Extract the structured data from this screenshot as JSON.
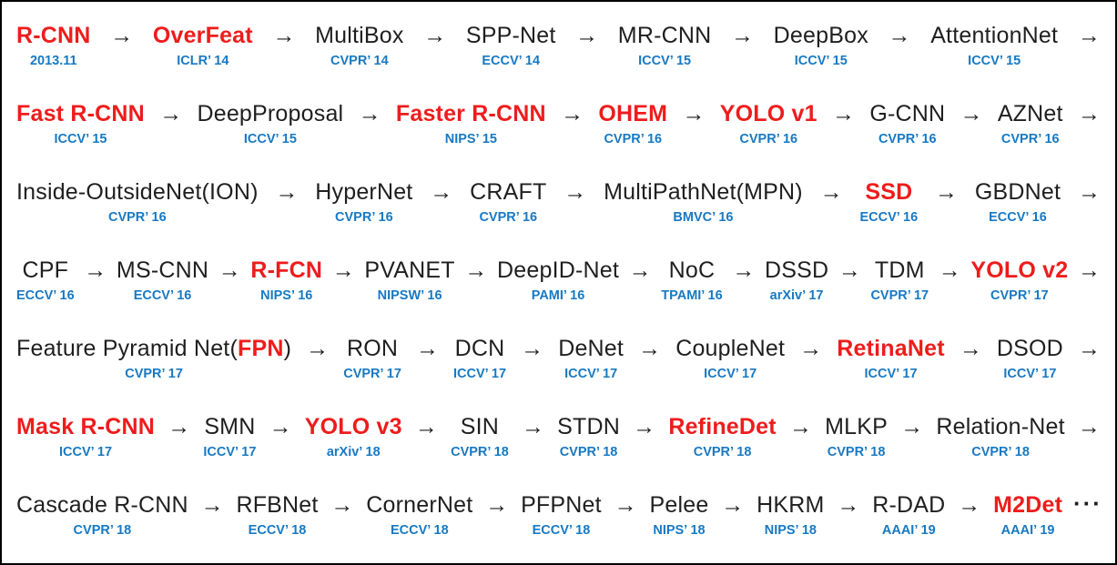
{
  "colors": {
    "highlight_red": "#ee1c1c",
    "venue_blue": "#1879c2",
    "text_black": "#1f1f1f"
  },
  "arrow_glyph": "→",
  "rows": [
    {
      "trail": "→",
      "trail_type": "arrow",
      "items": [
        {
          "name": "R-CNN",
          "venue": "2013.11",
          "red": true
        },
        {
          "name": "OverFeat",
          "venue": "ICLR’ 14",
          "red": true
        },
        {
          "name": "MultiBox",
          "venue": "CVPR’ 14",
          "red": false
        },
        {
          "name": "SPP-Net",
          "venue": "ECCV’ 14",
          "red": false
        },
        {
          "name": "MR-CNN",
          "venue": "ICCV’ 15",
          "red": false
        },
        {
          "name": "DeepBox",
          "venue": "ICCV’ 15",
          "red": false
        },
        {
          "name": "AttentionNet",
          "venue": "ICCV’ 15",
          "red": false
        }
      ]
    },
    {
      "trail": "→",
      "trail_type": "arrow",
      "items": [
        {
          "name": "Fast R-CNN",
          "venue": "ICCV’ 15",
          "red": true
        },
        {
          "name": "DeepProposal",
          "venue": "ICCV’ 15",
          "red": false
        },
        {
          "name": "Faster R-CNN",
          "venue": "NIPS’ 15",
          "red": true
        },
        {
          "name": "OHEM",
          "venue": "CVPR’ 16",
          "red": true
        },
        {
          "name": "YOLO v1",
          "venue": "CVPR’ 16",
          "red": true
        },
        {
          "name": "G-CNN",
          "venue": "CVPR’ 16",
          "red": false
        },
        {
          "name": "AZNet",
          "venue": "CVPR’ 16",
          "red": false
        }
      ]
    },
    {
      "trail": "→",
      "trail_type": "arrow",
      "items": [
        {
          "name": "Inside-OutsideNet(ION)",
          "venue": "CVPR’ 16",
          "red": false
        },
        {
          "name": "HyperNet",
          "venue": "CVPR’ 16",
          "red": false
        },
        {
          "name": "CRAFT",
          "venue": "CVPR’ 16",
          "red": false
        },
        {
          "name": "MultiPathNet(MPN)",
          "venue": "BMVC’ 16",
          "red": false
        },
        {
          "name": "SSD",
          "venue": "ECCV’ 16",
          "red": true
        },
        {
          "name": "GBDNet",
          "venue": "ECCV’ 16",
          "red": false
        }
      ]
    },
    {
      "trail": "→",
      "trail_type": "arrow",
      "items": [
        {
          "name": "CPF",
          "venue": "ECCV’ 16",
          "red": false
        },
        {
          "name": "MS-CNN",
          "venue": "ECCV’ 16",
          "red": false
        },
        {
          "name": "R-FCN",
          "venue": "NIPS’ 16",
          "red": true
        },
        {
          "name": "PVANET",
          "venue": "NIPSW’ 16",
          "red": false
        },
        {
          "name": "DeepID-Net",
          "venue": "PAMI’ 16",
          "red": false
        },
        {
          "name": "NoC",
          "venue": "TPAMI’ 16",
          "red": false
        },
        {
          "name": "DSSD",
          "venue": "arXiv’ 17",
          "red": false
        },
        {
          "name": "TDM",
          "venue": "CVPR’ 17",
          "red": false
        },
        {
          "name": "YOLO v2",
          "venue": "CVPR’ 17",
          "red": true
        }
      ]
    },
    {
      "trail": "→",
      "trail_type": "arrow",
      "items": [
        {
          "name_pre": "Feature Pyramid Net(",
          "name_red": "FPN",
          "name_post": ")",
          "venue": "CVPR’ 17",
          "red": false
        },
        {
          "name": "RON",
          "venue": "CVPR’ 17",
          "red": false
        },
        {
          "name": "DCN",
          "venue": "ICCV’ 17",
          "red": false
        },
        {
          "name": "DeNet",
          "venue": "ICCV’ 17",
          "red": false
        },
        {
          "name": "CoupleNet",
          "venue": "ICCV’ 17",
          "red": false
        },
        {
          "name": "RetinaNet",
          "venue": "ICCV’ 17",
          "red": true
        },
        {
          "name": "DSOD",
          "venue": "ICCV’ 17",
          "red": false
        }
      ]
    },
    {
      "trail": "→",
      "trail_type": "arrow",
      "items": [
        {
          "name": "Mask R-CNN",
          "venue": "ICCV’ 17",
          "red": true
        },
        {
          "name": "SMN",
          "venue": "ICCV’ 17",
          "red": false
        },
        {
          "name": "YOLO v3",
          "venue": "arXiv’ 18",
          "red": true
        },
        {
          "name": "SIN",
          "venue": "CVPR’ 18",
          "red": false
        },
        {
          "name": "STDN",
          "venue": "CVPR’ 18",
          "red": false
        },
        {
          "name": "RefineDet",
          "venue": "CVPR’ 18",
          "red": true
        },
        {
          "name": "MLKP",
          "venue": "CVPR’ 18",
          "red": false
        },
        {
          "name": "Relation-Net",
          "venue": "CVPR’ 18",
          "red": false
        }
      ]
    },
    {
      "trail": "···",
      "trail_type": "ellipsis",
      "items": [
        {
          "name": "Cascade R-CNN",
          "venue": "CVPR’ 18",
          "red": false
        },
        {
          "name": "RFBNet",
          "venue": "ECCV’ 18",
          "red": false
        },
        {
          "name": "CornerNet",
          "venue": "ECCV’ 18",
          "red": false
        },
        {
          "name": "PFPNet",
          "venue": "ECCV’ 18",
          "red": false
        },
        {
          "name": "Pelee",
          "venue": "NIPS’ 18",
          "red": false
        },
        {
          "name": "HKRM",
          "venue": "NIPS’ 18",
          "red": false
        },
        {
          "name": "R-DAD",
          "venue": "AAAI’ 19",
          "red": false
        },
        {
          "name": "M2Det",
          "venue": "AAAI’ 19",
          "red": true
        }
      ]
    }
  ]
}
